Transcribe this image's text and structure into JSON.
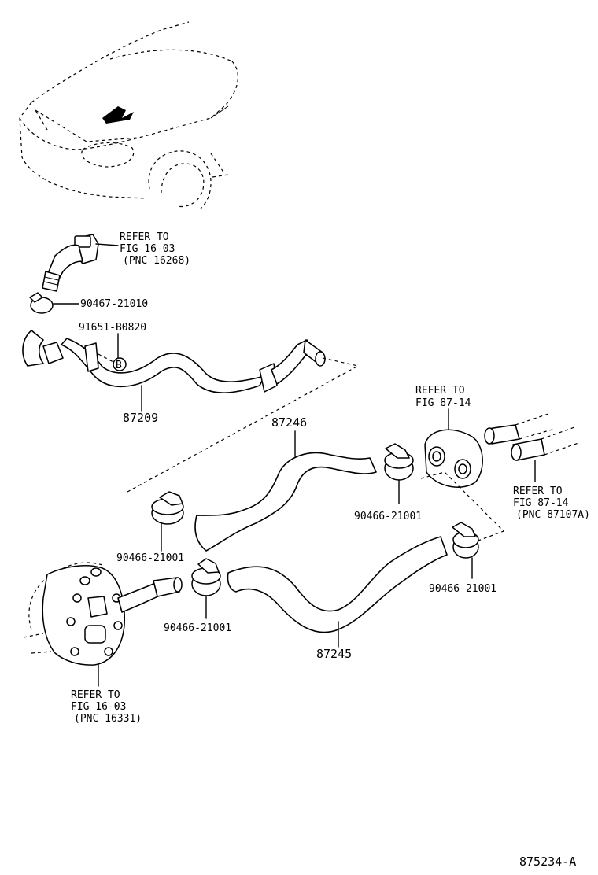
{
  "diagram_id": "875234-A",
  "labels": {
    "refer_top_1": "REFER TO",
    "refer_top_2": "FIG 16-03",
    "refer_top_3": "(PNC 16268)",
    "clamp_top": "90467-21010",
    "bolt": "91651-B0820",
    "bolt_marker": "B",
    "pipe": "87209",
    "hose_upper": "87246",
    "refer_mid_1": "REFER TO",
    "refer_mid_2": "FIG 87-14",
    "refer_right_1": "REFER TO",
    "refer_right_2": "FIG 87-14",
    "refer_right_3": "(PNC 87107A)",
    "clamp_mid_right": "90466-21001",
    "clamp_mid_left": "90466-21001",
    "clamp_right": "90466-21001",
    "clamp_lower": "90466-21001",
    "hose_lower": "87245",
    "refer_bottom_1": "REFER TO",
    "refer_bottom_2": "FIG 16-03",
    "refer_bottom_3": "(PNC 16331)"
  }
}
